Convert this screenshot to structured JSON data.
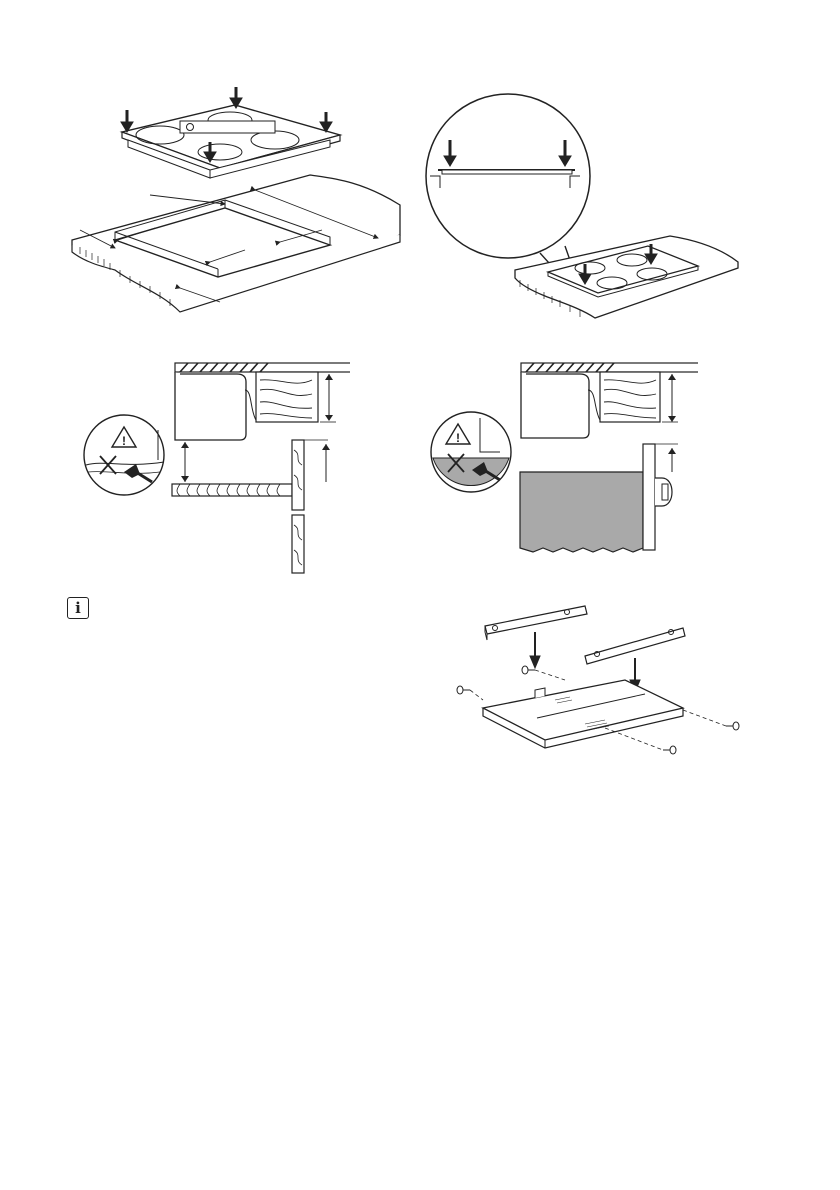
{
  "page": {
    "type": "installation-illustrations",
    "illustrations": [
      {
        "name": "hob-cutout-installation",
        "icons": [
          "down-arrow-icon"
        ]
      },
      {
        "name": "seal-pressure-detail",
        "icons": [
          "magnifier-icon",
          "down-arrow-icon"
        ]
      },
      {
        "name": "clearance-over-drawer",
        "icons": [
          "warning-triangle-icon",
          "cross-icon"
        ]
      },
      {
        "name": "clearance-over-oven",
        "icons": [
          "warning-triangle-icon",
          "cross-icon"
        ]
      },
      {
        "name": "protection-box-assembly",
        "icons": [
          "screw-icon",
          "down-arrow-icon"
        ]
      }
    ]
  },
  "info_note": {
    "icon": "info-icon",
    "glyph": "i"
  },
  "colors": {
    "line": "#222222",
    "grey_fill": "#a9a9a9",
    "background": "#ffffff"
  }
}
